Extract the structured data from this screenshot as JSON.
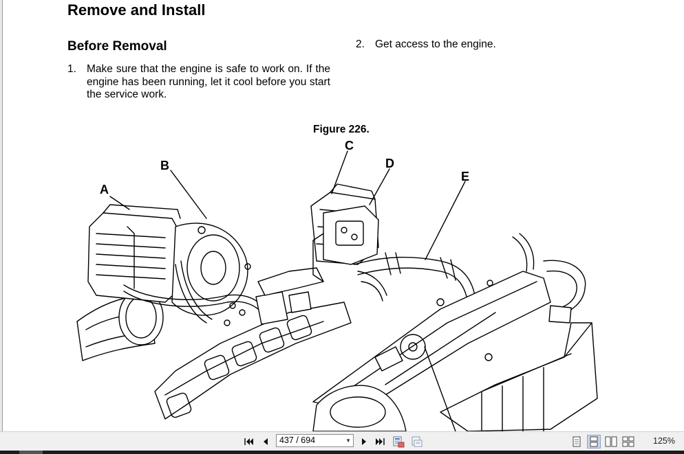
{
  "document": {
    "heading": "Remove and Install",
    "subheading": "Before Removal",
    "steps": [
      {
        "num": "1.",
        "text": "Make sure that the engine is safe to work on. If the engine has been running, let it cool before you start the service work."
      },
      {
        "num": "2.",
        "text": "Get access to the engine."
      }
    ],
    "figure_caption": "Figure 226.",
    "callouts": {
      "a": "A",
      "b": "B",
      "c": "C",
      "d": "D",
      "e": "E"
    }
  },
  "toolbar": {
    "page_field": "437 / 694",
    "zoom_level": "125%",
    "icons": [
      "first-page-icon",
      "previous-page-icon",
      "next-page-icon",
      "last-page-icon",
      "fit-page-icon",
      "fit-width-icon",
      "single-page-view-icon",
      "continuous-view-icon",
      "facing-view-icon",
      "continuous-facing-view-icon"
    ]
  }
}
